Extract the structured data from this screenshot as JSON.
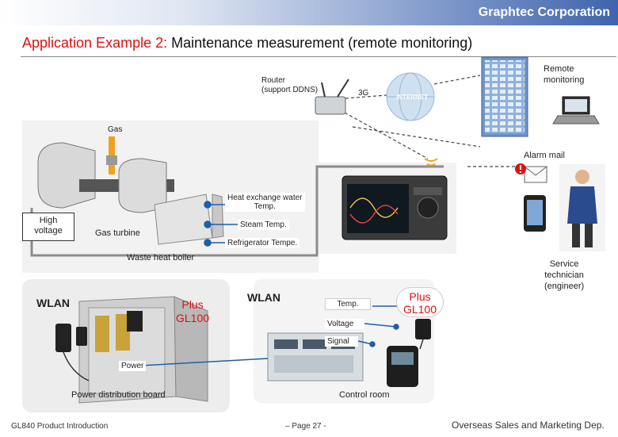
{
  "header": {
    "company": "Graphtec Corporation"
  },
  "title": {
    "prefix": "Application Example 2:",
    "main": "Maintenance measurement (remote monitoring)"
  },
  "network": {
    "router_label": "Router\n(support DDNS)",
    "cellular_label": "3G",
    "internet_label": "INTERNET",
    "remote_label": "Remote\nmonitoring",
    "alarm_label": "Alarm mail",
    "technician_label": "Service\ntechnician\n(engineer)"
  },
  "plant": {
    "gas_label": "Gas",
    "voltage_label": "High\nvoltage",
    "turbine_label": "Gas turbine",
    "boiler_label": "Waste heat boiler",
    "tags": [
      "Heat exchange water\nTemp.",
      "Steam Temp.",
      "Refrigerator Tempe."
    ]
  },
  "lower_left": {
    "wlan_label": "WLAN",
    "plus_label": "Plus\nGL100",
    "board_label": "Power distribution board"
  },
  "lower_right": {
    "wlan_label": "WLAN",
    "plus_label": "Plus\nGL100",
    "tags": [
      "Temp.",
      "Voltage",
      "Signal",
      "Power"
    ],
    "room_label": "Control room"
  },
  "footer": {
    "left": "GL840 Product Introduction",
    "center": "– Page 27 -",
    "right": "Overseas Sales and Marketing Dep."
  },
  "colors": {
    "accent_red": "#dd1111",
    "header_blue": "#3f64ad",
    "connector_blue": "#1f5fa8"
  }
}
